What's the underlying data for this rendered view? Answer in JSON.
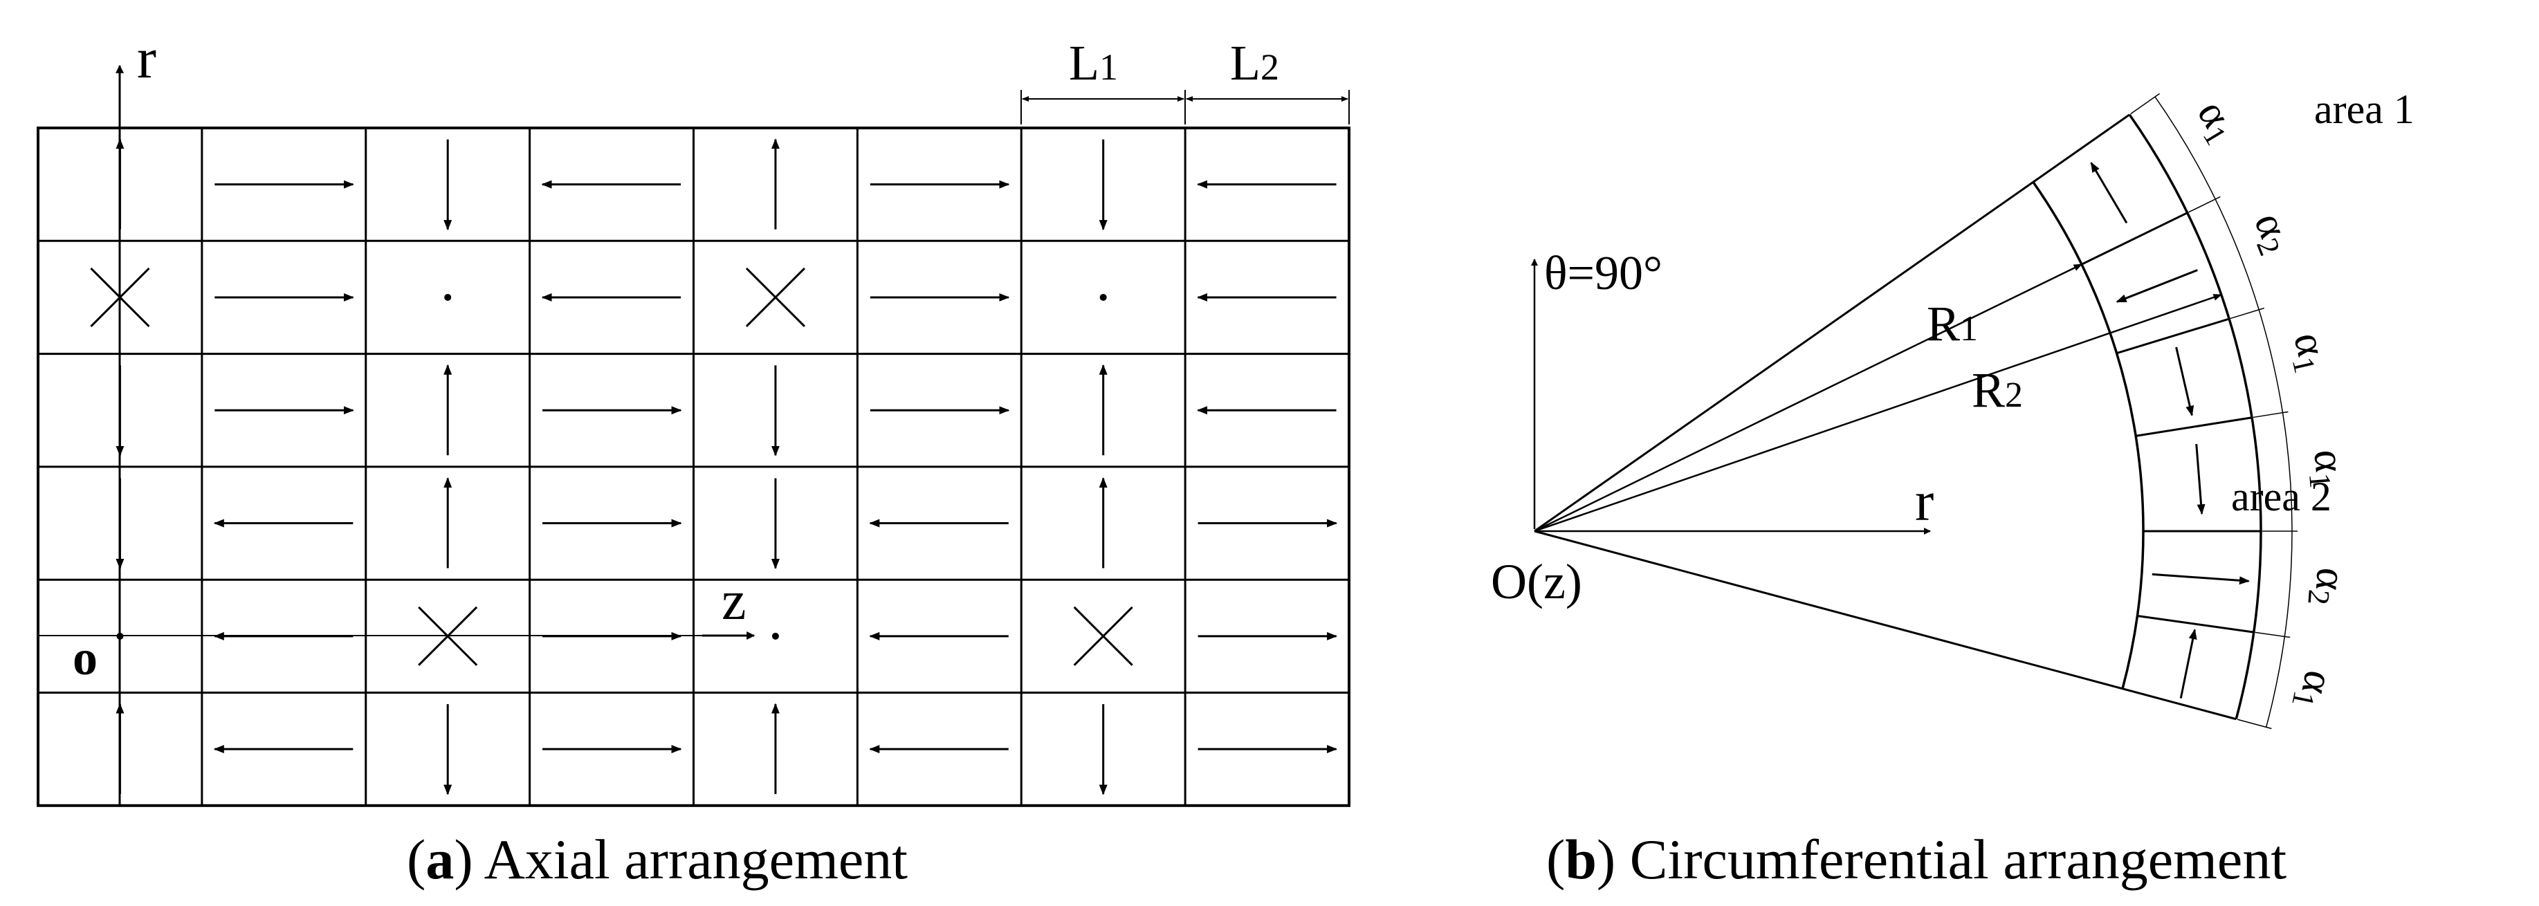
{
  "panel_a": {
    "caption_letter": "a",
    "caption_text": " Axial arrangement",
    "r_axis_label": "r",
    "z_axis_label": "z",
    "origin_label": "o",
    "dim_label_1": "L",
    "dim_label_1_sub": "1",
    "dim_label_2": "L",
    "dim_label_2_sub": "2",
    "grid": [
      [
        "up",
        "right",
        "down",
        "left",
        "up",
        "right",
        "down",
        "left"
      ],
      [
        "cross",
        "right",
        "dot",
        "left",
        "cross",
        "right",
        "dot",
        "left"
      ],
      [
        "down",
        "right",
        "up",
        "right",
        "down",
        "right",
        "up",
        "left"
      ],
      [
        "down",
        "left",
        "up",
        "right",
        "down",
        "left",
        "up",
        "right"
      ],
      [
        "dot",
        "left",
        "cross",
        "right",
        "dot",
        "left",
        "cross",
        "right"
      ],
      [
        "up",
        "left",
        "down",
        "right",
        "up",
        "left",
        "down",
        "right"
      ]
    ]
  },
  "panel_b": {
    "caption_letter": "b",
    "caption_text": " Circumferential arrangement",
    "theta_label": "θ=90°",
    "r_axis_label": "r",
    "origin_label": "O(z)",
    "r1_label": "R",
    "r1_sub": "1",
    "r2_label": "R",
    "r2_sub": "2",
    "area1_label": "area 1",
    "area2_label": "area 2",
    "alpha_labels": [
      {
        "letter": "α",
        "sub": "1"
      },
      {
        "letter": "α",
        "sub": "2"
      },
      {
        "letter": "α",
        "sub": "1"
      },
      {
        "letter": "α",
        "sub": "1"
      },
      {
        "letter": "α",
        "sub": "2"
      },
      {
        "letter": "α",
        "sub": "1"
      }
    ]
  }
}
